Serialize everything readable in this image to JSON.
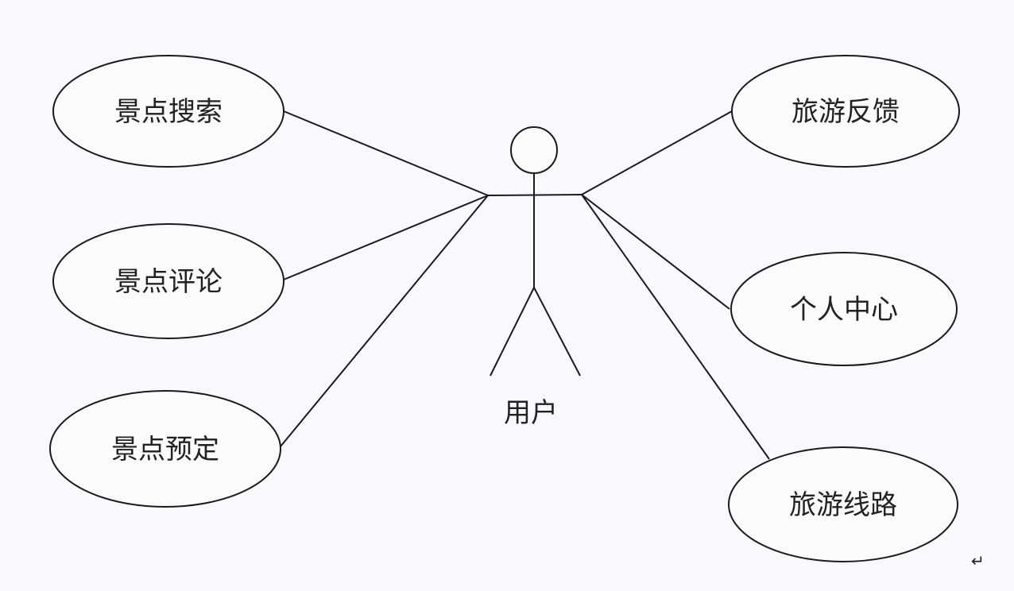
{
  "actor": {
    "name": "用户"
  },
  "use_cases": {
    "left": [
      {
        "label": "景点搜索"
      },
      {
        "label": "景点评论"
      },
      {
        "label": "景点预定"
      }
    ],
    "right": [
      {
        "label": "旅游反馈"
      },
      {
        "label": "个人中心"
      },
      {
        "label": "旅游线路"
      }
    ]
  },
  "paragraph_mark": "↵"
}
